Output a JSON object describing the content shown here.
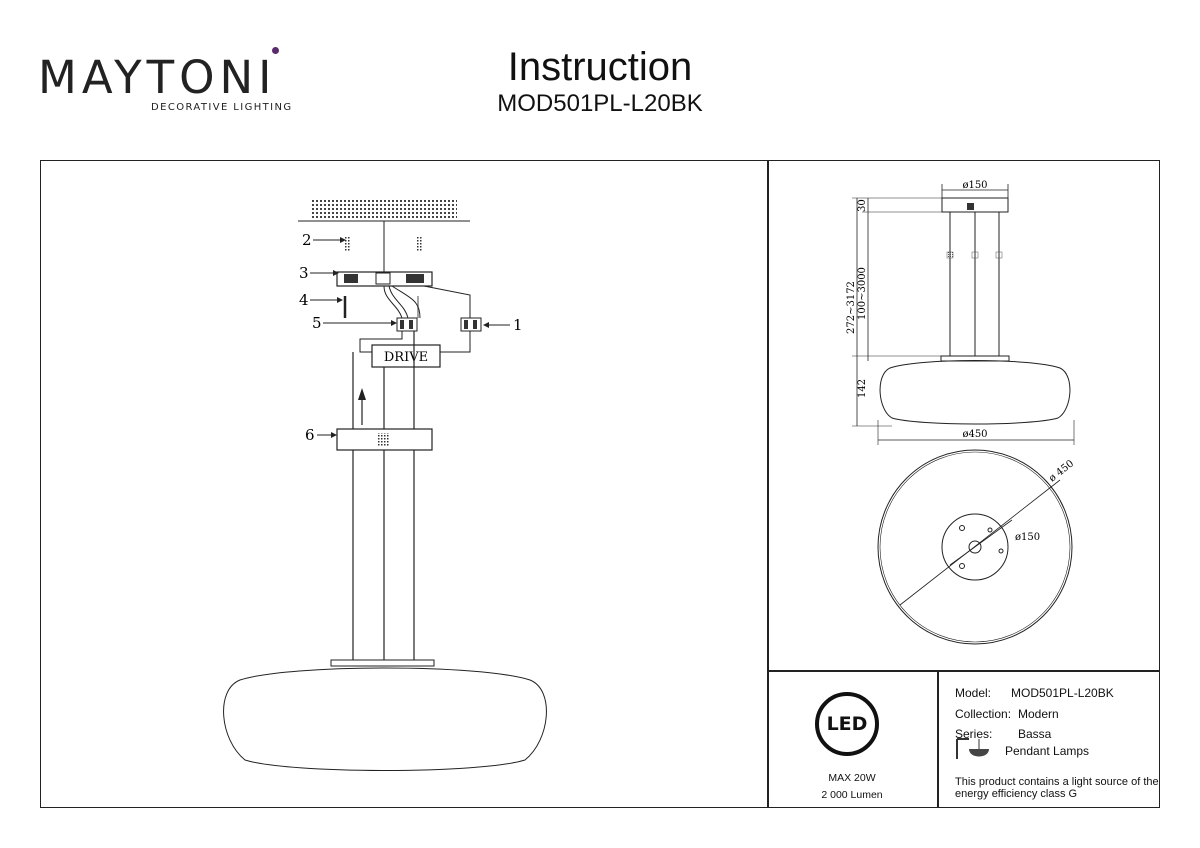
{
  "brand": {
    "name": "MAYTONI",
    "tagline": "DECORATIVE LIGHTING"
  },
  "header": {
    "title": "Instruction",
    "model": "MOD501PL-L20BK"
  },
  "assembly": {
    "callouts": [
      "1",
      "2",
      "3",
      "4",
      "5",
      "6"
    ],
    "driver_label": "DRIVE"
  },
  "dimensions": {
    "canopy_diameter": "ø150",
    "canopy_height": "30",
    "cable_length": "100~3000",
    "total_height": "272~3172",
    "shade_height": "142",
    "shade_diameter": "ø450",
    "top_view_outer": "ø 450",
    "top_view_inner": "ø150"
  },
  "specs": {
    "led_badge": "LED",
    "power": "MAX 20W",
    "lumen": "2 000 Lumen"
  },
  "product": {
    "model_label": "Model:",
    "model_value": "MOD501PL-L20BK",
    "collection_label": "Collection:",
    "collection_value": "Modern",
    "series_label": "Series:",
    "series_value": "Bassa",
    "type_value": "Pendant Lamps",
    "energy_note_1": "This product contains a light source of the",
    "energy_note_2": "energy efficiency class G"
  },
  "colors": {
    "line": "#222222",
    "brand_dot": "#5a2a6e"
  }
}
